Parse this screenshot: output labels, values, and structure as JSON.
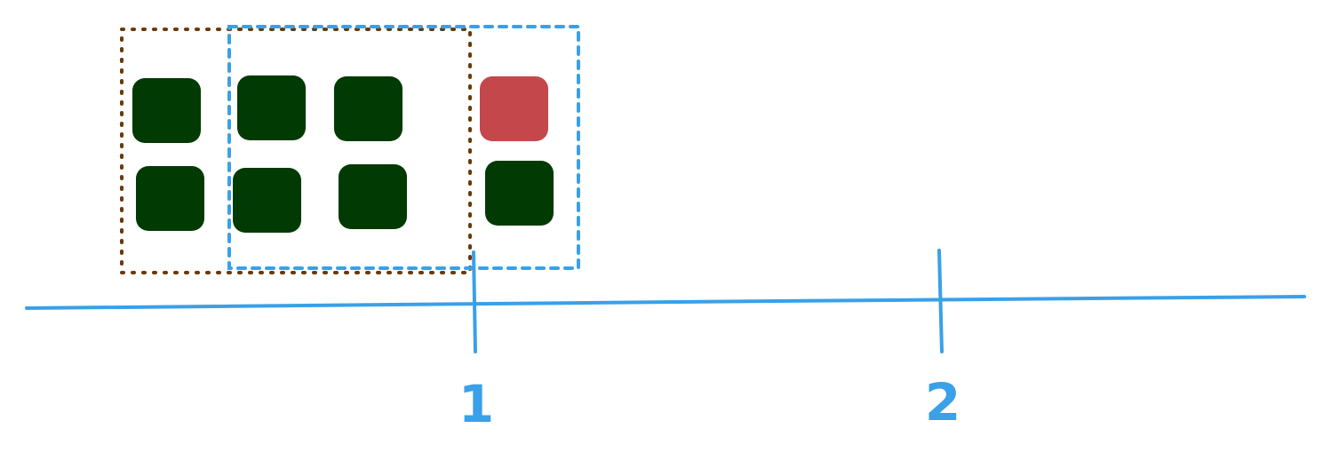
{
  "colors": {
    "background": "#ffffff",
    "axis": "#3aa0e8",
    "square_default": "#013a02",
    "square_highlight": "#c4474b",
    "window_previous": "#6a3a08",
    "window_current": "#3aa0e8"
  },
  "axis": {
    "ticks": [
      {
        "label": "1"
      },
      {
        "label": "2"
      }
    ]
  },
  "windows": [
    {
      "id": "previous",
      "style": "dotted",
      "color_role": "window_previous"
    },
    {
      "id": "current",
      "style": "dashed",
      "color_role": "window_current"
    }
  ],
  "items": [
    {
      "row": 1,
      "col": 1,
      "state": "default"
    },
    {
      "row": 1,
      "col": 2,
      "state": "default"
    },
    {
      "row": 1,
      "col": 3,
      "state": "default"
    },
    {
      "row": 1,
      "col": 4,
      "state": "highlight"
    },
    {
      "row": 2,
      "col": 1,
      "state": "default"
    },
    {
      "row": 2,
      "col": 2,
      "state": "default"
    },
    {
      "row": 2,
      "col": 3,
      "state": "default"
    },
    {
      "row": 2,
      "col": 4,
      "state": "default"
    }
  ]
}
